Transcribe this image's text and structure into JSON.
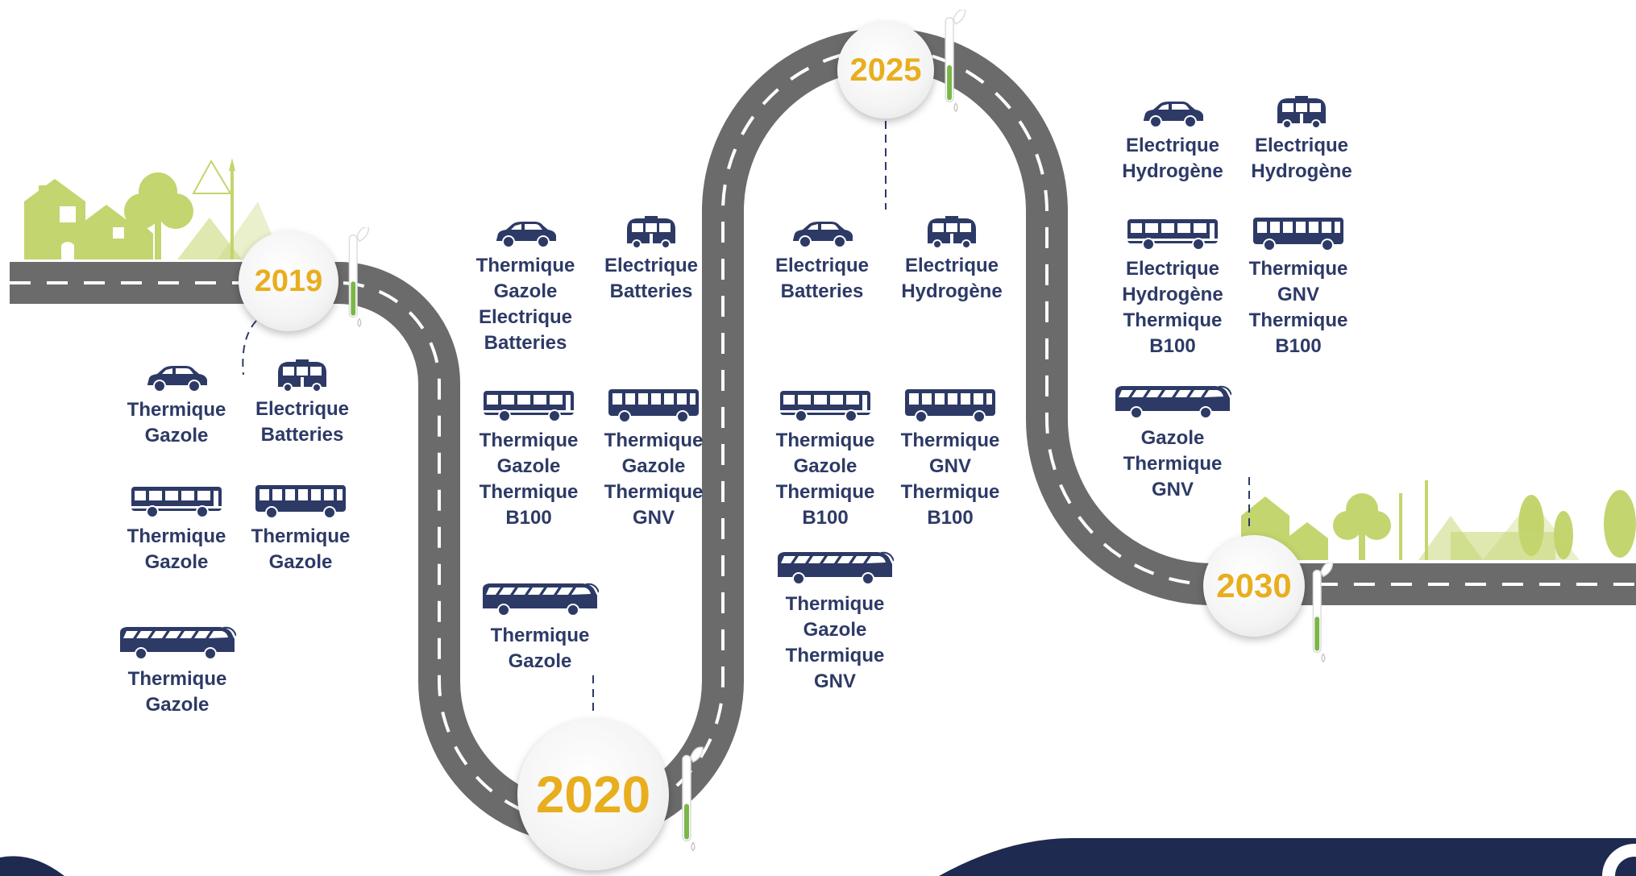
{
  "colors": {
    "road": "#6b6b6b",
    "road_marking": "#ffffff",
    "year_text": "#e8ae1e",
    "label_text": "#2d3a66",
    "vehicle": "#2d3a66",
    "nature_green": "#c3d56e",
    "gauge_green": "#7ab648",
    "footer_navy": "#1e2a4f"
  },
  "milestones": [
    {
      "year": "2019"
    },
    {
      "year": "2020"
    },
    {
      "year": "2025"
    },
    {
      "year": "2030"
    }
  ],
  "groups": {
    "y2019": [
      {
        "icon": "car-icon",
        "lines": [
          "Thermique",
          "Gazole"
        ]
      },
      {
        "icon": "shuttle-icon",
        "lines": [
          "Electrique",
          "Batteries"
        ]
      },
      {
        "icon": "minibus-icon",
        "lines": [
          "Thermique",
          "Gazole"
        ]
      },
      {
        "icon": "bus-icon",
        "lines": [
          "Thermique",
          "Gazole"
        ]
      },
      {
        "icon": "coach-icon",
        "lines": [
          "Thermique",
          "Gazole"
        ]
      }
    ],
    "y2020": [
      {
        "icon": "car-icon",
        "lines": [
          "Thermique",
          "Gazole",
          "Electrique",
          "Batteries"
        ]
      },
      {
        "icon": "shuttle-icon",
        "lines": [
          "Electrique",
          "Batteries"
        ]
      },
      {
        "icon": "minibus-icon",
        "lines": [
          "Thermique",
          "Gazole",
          "Thermique",
          "B100"
        ]
      },
      {
        "icon": "bus-icon",
        "lines": [
          "Thermique",
          "Gazole",
          "Thermique",
          "GNV"
        ]
      },
      {
        "icon": "coach-icon",
        "lines": [
          "Thermique",
          "Gazole"
        ]
      }
    ],
    "y2025": [
      {
        "icon": "car-icon",
        "lines": [
          "Electrique",
          "Batteries"
        ]
      },
      {
        "icon": "shuttle-icon",
        "lines": [
          "Electrique",
          "Hydrogène"
        ]
      },
      {
        "icon": "minibus-icon",
        "lines": [
          "Thermique",
          "Gazole",
          "Thermique",
          "B100"
        ]
      },
      {
        "icon": "bus-icon",
        "lines": [
          "Thermique",
          "GNV",
          "Thermique",
          "B100"
        ]
      },
      {
        "icon": "coach-icon",
        "lines": [
          "Thermique",
          "Gazole",
          "Thermique",
          "GNV"
        ]
      }
    ],
    "y2030": [
      {
        "icon": "car-icon",
        "lines": [
          "Electrique",
          "Hydrogène"
        ]
      },
      {
        "icon": "shuttle-icon",
        "lines": [
          "Electrique",
          "Hydrogène"
        ]
      },
      {
        "icon": "minibus-icon",
        "lines": [
          "Electrique",
          "Hydrogène",
          "Thermique",
          "B100"
        ]
      },
      {
        "icon": "bus-icon",
        "lines": [
          "Thermique",
          "GNV",
          "Thermique",
          "B100"
        ]
      },
      {
        "icon": "coach-icon",
        "lines": [
          "Gazole",
          "Thermique",
          "GNV"
        ]
      }
    ]
  }
}
